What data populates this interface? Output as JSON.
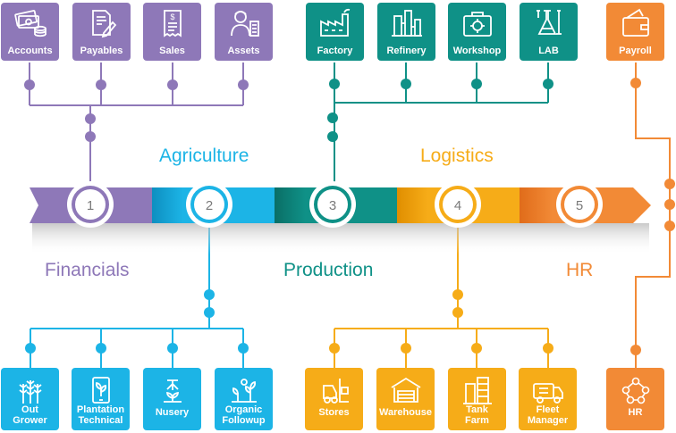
{
  "colors": {
    "purple": "#8e78b8",
    "cyan": "#1cb4e6",
    "teal": "#0f9187",
    "yellow": "#f6ac18",
    "orange": "#f28a36",
    "circle_text": "#7a7a7a"
  },
  "categories": {
    "financials": "Financials",
    "agriculture": "Agriculture",
    "production": "Production",
    "logistics": "Logistics",
    "hr": "HR"
  },
  "steps": [
    "1",
    "2",
    "3",
    "4",
    "5"
  ],
  "modules": {
    "accounts": "Accounts",
    "payables": "Payables",
    "sales": "Sales",
    "assets": "Assets",
    "factory": "Factory",
    "refinery": "Refinery",
    "workshop": "Workshop",
    "lab": "LAB",
    "payroll": "Payroll",
    "out_grower": [
      "Out",
      "Grower"
    ],
    "plantation_technical": [
      "Plantation",
      "Technical"
    ],
    "nusery": "Nusery",
    "organic_followup": [
      "Organic",
      "Followup"
    ],
    "stores": "Stores",
    "warehouse": "Warehouse",
    "tank_farm": [
      "Tank",
      "Farm"
    ],
    "fleet_manager": [
      "Fleet",
      "Manager"
    ],
    "hr": "HR"
  },
  "icons": {
    "accounts": "money-stack-icon",
    "payables": "document-pen-icon",
    "sales": "receipt-icon",
    "assets": "person-building-icon",
    "factory": "factory-icon",
    "refinery": "refinery-icon",
    "workshop": "toolbox-icon",
    "lab": "lab-flask-icon",
    "payroll": "wallet-icon",
    "out_grower": "wheat-icon",
    "plantation_technical": "tablet-leaf-icon",
    "nusery": "sprinkler-plant-icon",
    "organic_followup": "seedlings-icon",
    "stores": "forklift-icon",
    "warehouse": "warehouse-icon",
    "tank_farm": "tanks-icon",
    "fleet_manager": "truck-icon",
    "hr": "people-network-icon"
  }
}
